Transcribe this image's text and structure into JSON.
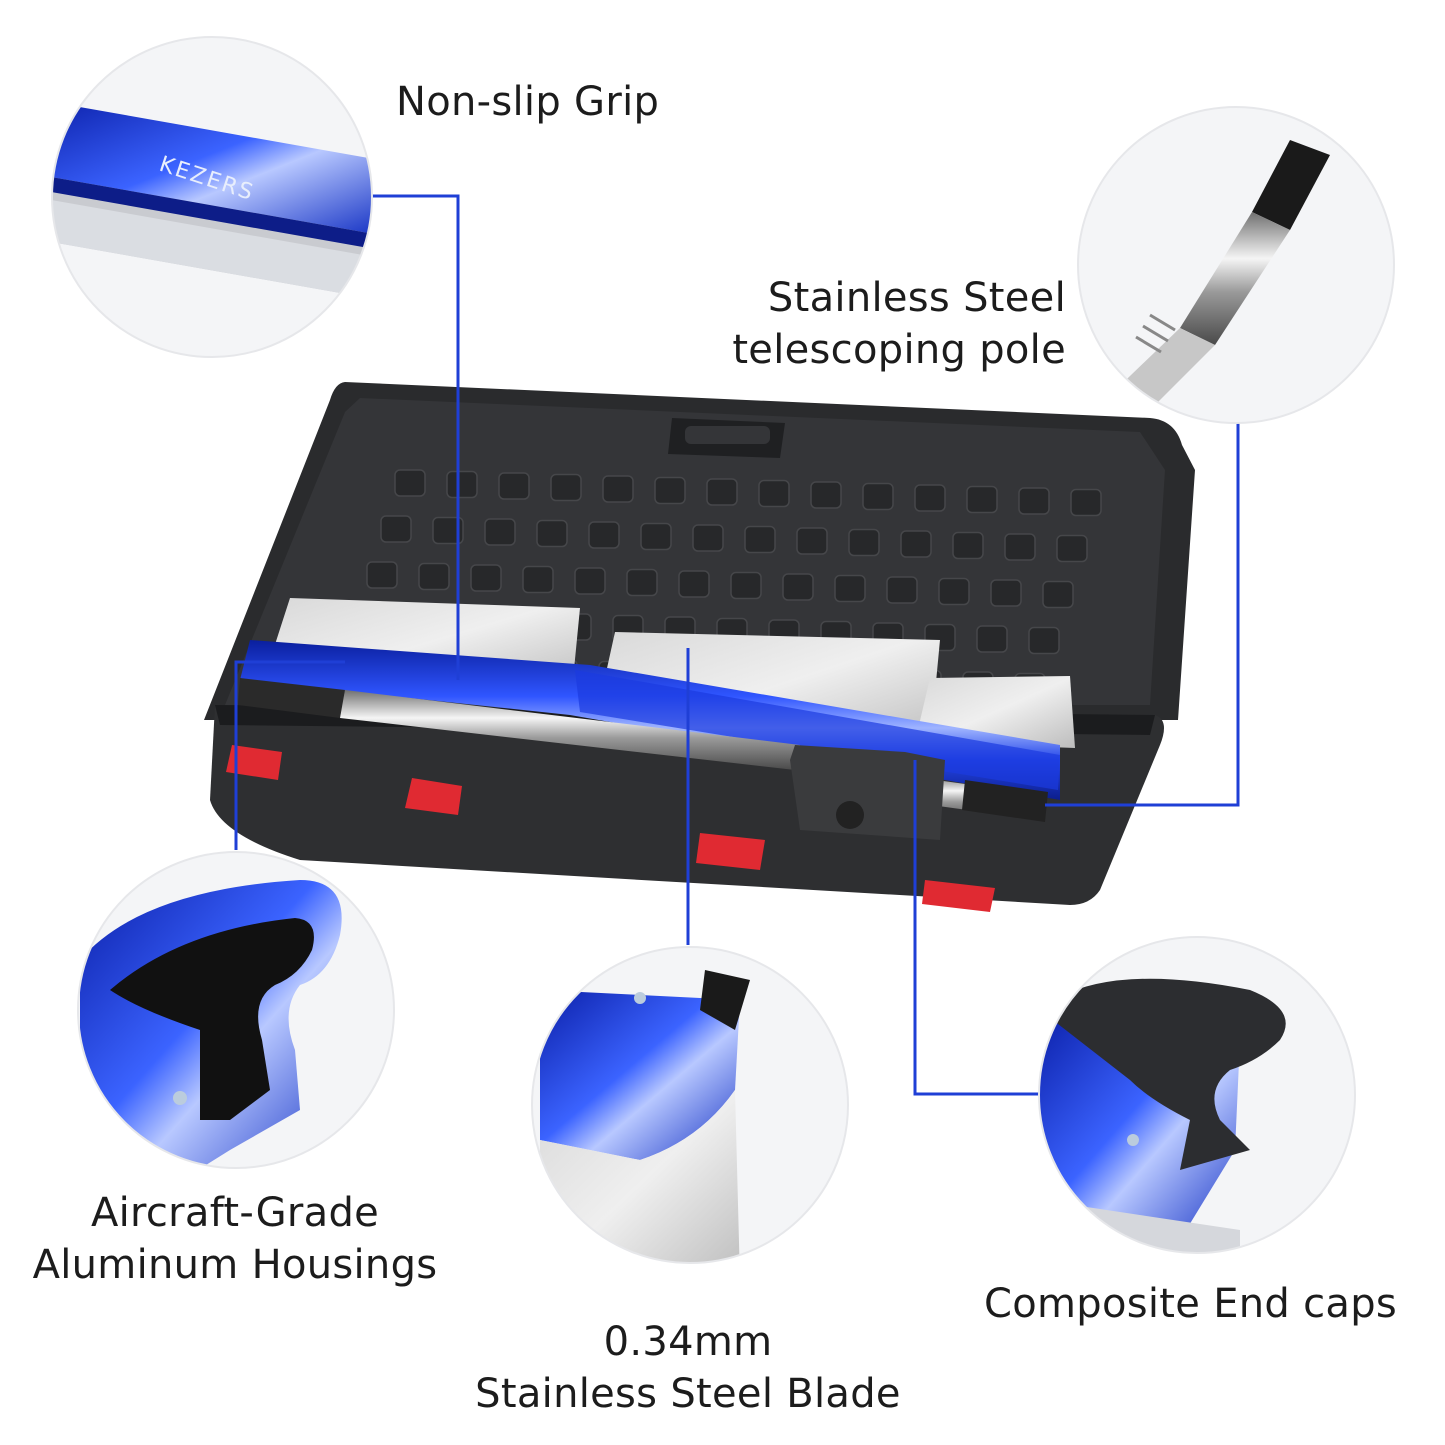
{
  "brand": "KEZERS",
  "accent_color": "#1f3fd6",
  "case_color": "#2a2b2d",
  "latch_color": "#e02a32",
  "labels": {
    "grip": "Non-slip Grip",
    "pole": [
      "Stainless Steel",
      "telescoping pole"
    ],
    "housing": [
      "Aircraft-Grade",
      "Aluminum Housings"
    ],
    "blade": [
      "0.34mm",
      "Stainless Steel Blade"
    ],
    "endcaps": "Composite End caps"
  },
  "callout_icons": [
    "grip-closeup",
    "pole-closeup",
    "housing-closeup",
    "blade-closeup",
    "endcap-closeup"
  ]
}
